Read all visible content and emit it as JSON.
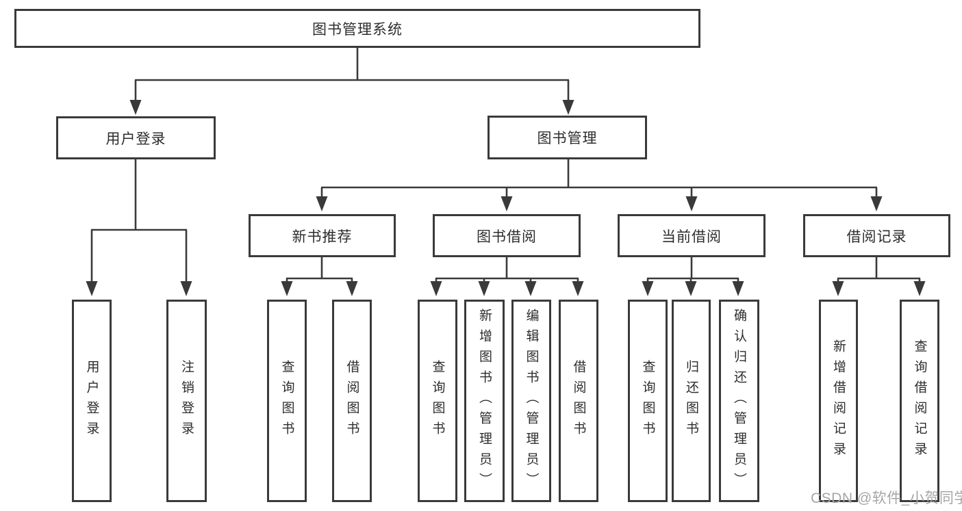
{
  "diagram": {
    "root": {
      "label": "图书管理系统"
    },
    "user_login": {
      "label": "用户登录",
      "children": {
        "login": {
          "label": "用户登录"
        },
        "logout": {
          "label": "注销登录"
        }
      }
    },
    "book_management": {
      "label": "图书管理",
      "children": {
        "new_book_rec": {
          "label": "新书推荐",
          "children": {
            "query": {
              "label": "查询图书"
            },
            "borrow": {
              "label": "借阅图书"
            }
          }
        },
        "book_borrow": {
          "label": "图书借阅",
          "children": {
            "query": {
              "label": "查询图书"
            },
            "add": {
              "label": "新增图书（管理员）"
            },
            "edit": {
              "label": "编辑图书（管理员）"
            },
            "borrow": {
              "label": "借阅图书"
            }
          }
        },
        "current_borrow": {
          "label": "当前借阅",
          "children": {
            "query": {
              "label": "查询图书"
            },
            "return": {
              "label": "归还图书"
            },
            "confirm_return": {
              "label": "确认归还（管理员）"
            }
          }
        },
        "borrow_records": {
          "label": "借阅记录",
          "children": {
            "add_record": {
              "label": "新增借阅记录"
            },
            "query_record": {
              "label": "查询借阅记录"
            }
          }
        }
      }
    }
  },
  "watermark": "CSDN @软件_小贺同学"
}
